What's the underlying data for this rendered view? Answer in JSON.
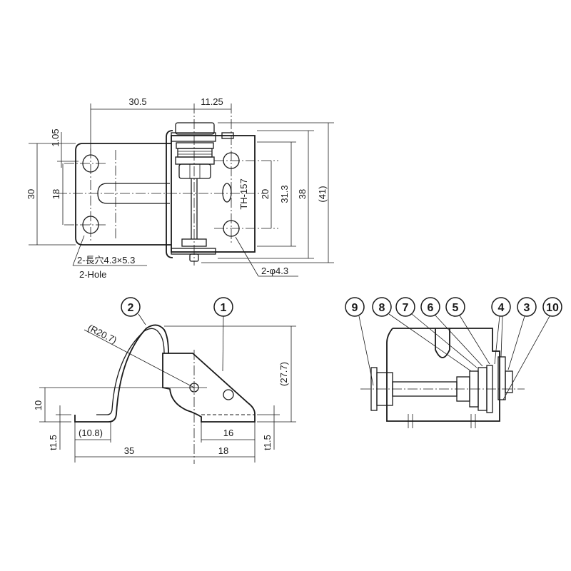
{
  "top_view": {
    "dims": {
      "d30_5": "30.5",
      "d11_25": "11.25",
      "d1_05": "1.05",
      "d30": "30",
      "d18": "18",
      "d20": "20",
      "d31_3": "31.3",
      "d38": "38",
      "d41": "(41)"
    },
    "model_label": "TH-157",
    "slot_note": "2-長穴4.3×5.3",
    "slot_note_en": "2-Hole",
    "hole_note": "2-φ4.3"
  },
  "side_view": {
    "balloons": [
      "2",
      "1"
    ],
    "dims": {
      "r20_7": "(R20.7)",
      "d27_7": "(27.7)",
      "d10": "10",
      "t1_5_left": "t1.5",
      "t1_5_right": "t1.5",
      "d10_8": "(10.8)",
      "d35": "35",
      "d16": "16",
      "d18": "18"
    }
  },
  "end_view": {
    "balloons": [
      "9",
      "8",
      "7",
      "6",
      "5",
      "4",
      "3",
      "10"
    ]
  }
}
